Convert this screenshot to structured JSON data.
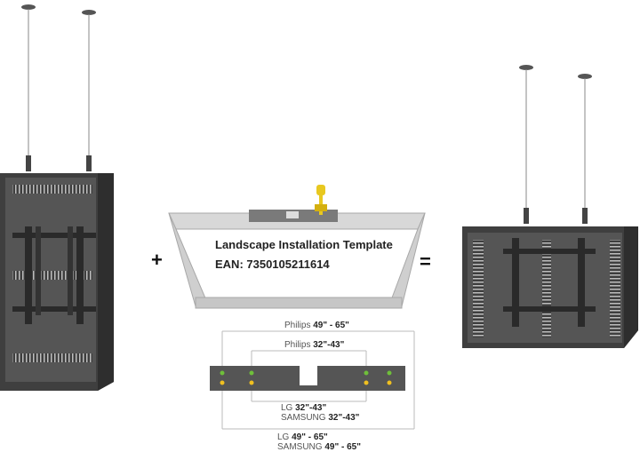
{
  "template": {
    "title": "Landscape Installation Template",
    "ean": "EAN: 7350105211614"
  },
  "operators": {
    "plus": "+",
    "equals": "="
  },
  "dimensions": {
    "philips_large": {
      "brand": "Philips",
      "range": "49\" - 65\""
    },
    "philips_small": {
      "brand": "Philips",
      "range": "32\"-43\""
    },
    "lg_small": {
      "brand": "LG",
      "range": "32\"-43\""
    },
    "samsung_small": {
      "brand": "SAMSUNG",
      "range": "32\"-43\""
    },
    "lg_large": {
      "brand": "LG",
      "range": "49\" - 65\""
    },
    "samsung_large": {
      "brand": "SAMSUNG",
      "range": "49\" - 65\""
    }
  },
  "colors": {
    "cabinet": "#4a4a4a",
    "frame": "#c8c8c8",
    "tool": "#e8c820",
    "mount_dot_green": "#6fbf3a",
    "mount_dot_yellow": "#f0c020"
  }
}
